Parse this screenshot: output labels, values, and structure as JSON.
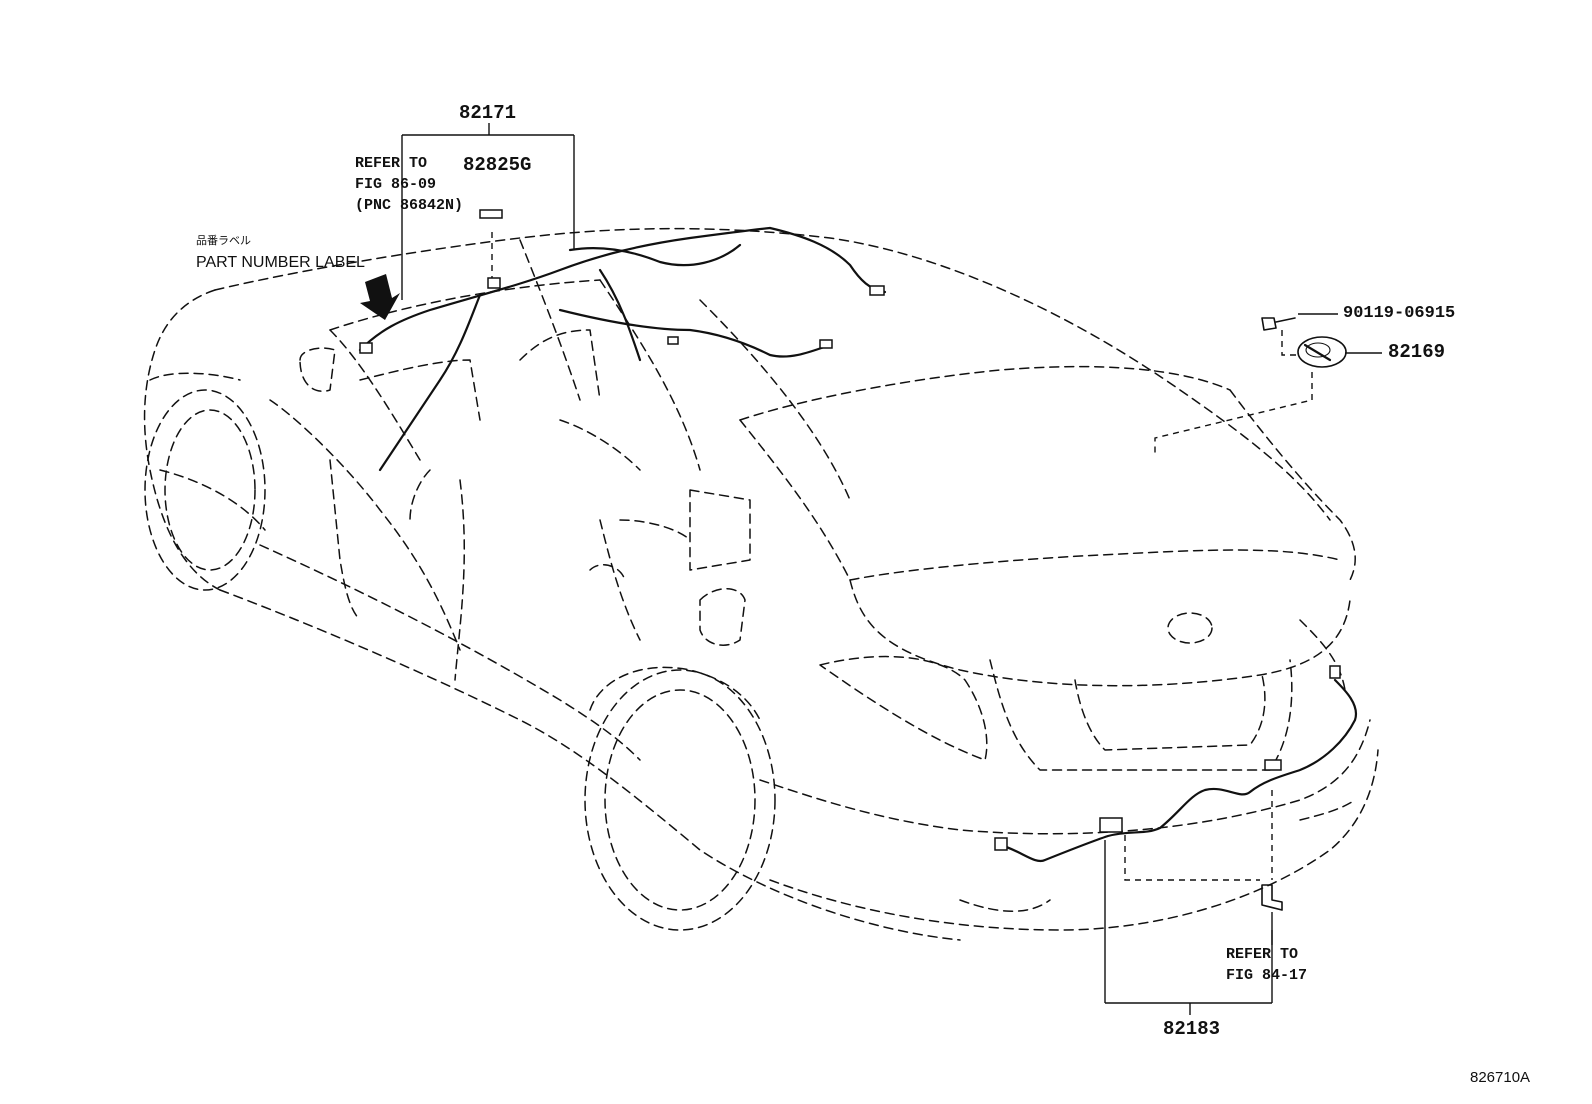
{
  "labels": {
    "part_82171": "82171",
    "part_82825g": "82825G",
    "refer_fig_86": [
      "REFER TO",
      "FIG 86-09",
      "(PNC 86842N)"
    ],
    "part_number_label_jp": "品番ラベル",
    "part_number_label": "PART NUMBER LABEL",
    "part_90119": "90119-06915",
    "part_82169": "82169",
    "refer_fig_84": [
      "REFER TO",
      "FIG 84-17"
    ],
    "part_82183": "82183",
    "diagram_id": "826710A"
  }
}
